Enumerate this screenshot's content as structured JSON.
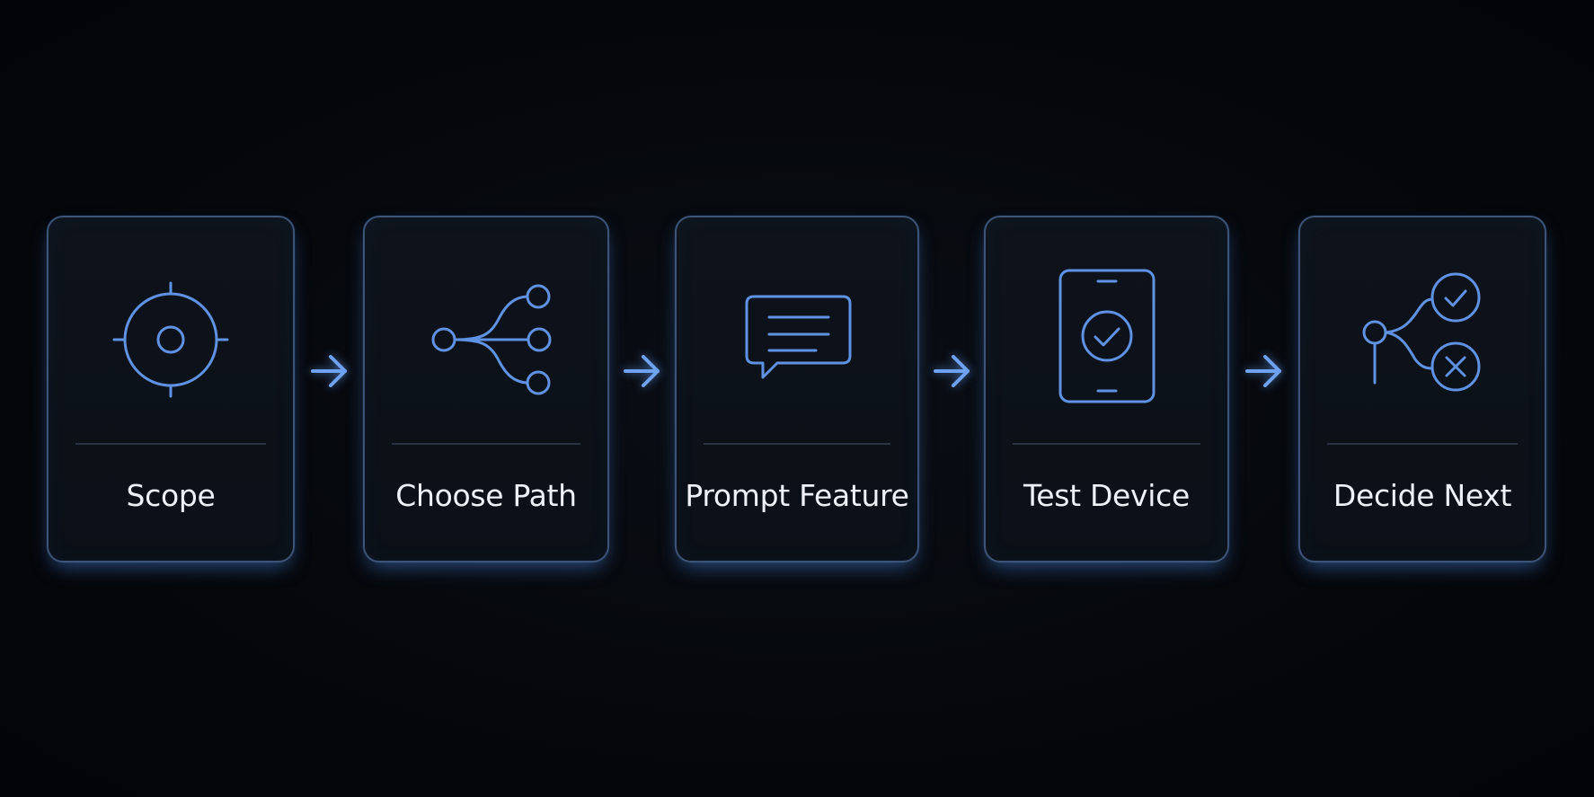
{
  "steps": [
    {
      "label": "Scope",
      "icon": "target-icon"
    },
    {
      "label": "Choose Path",
      "icon": "branch-icon"
    },
    {
      "label": "Prompt Feature",
      "icon": "chat-bubble-icon"
    },
    {
      "label": "Test Device",
      "icon": "phone-check-icon"
    },
    {
      "label": "Decide Next",
      "icon": "decision-icon"
    }
  ],
  "colors": {
    "background": "#05070b",
    "card_border": "#3d5478",
    "icon_stroke": "#5f92e2",
    "arrow": "#6ea2f0",
    "label_text": "#eef2f8"
  }
}
